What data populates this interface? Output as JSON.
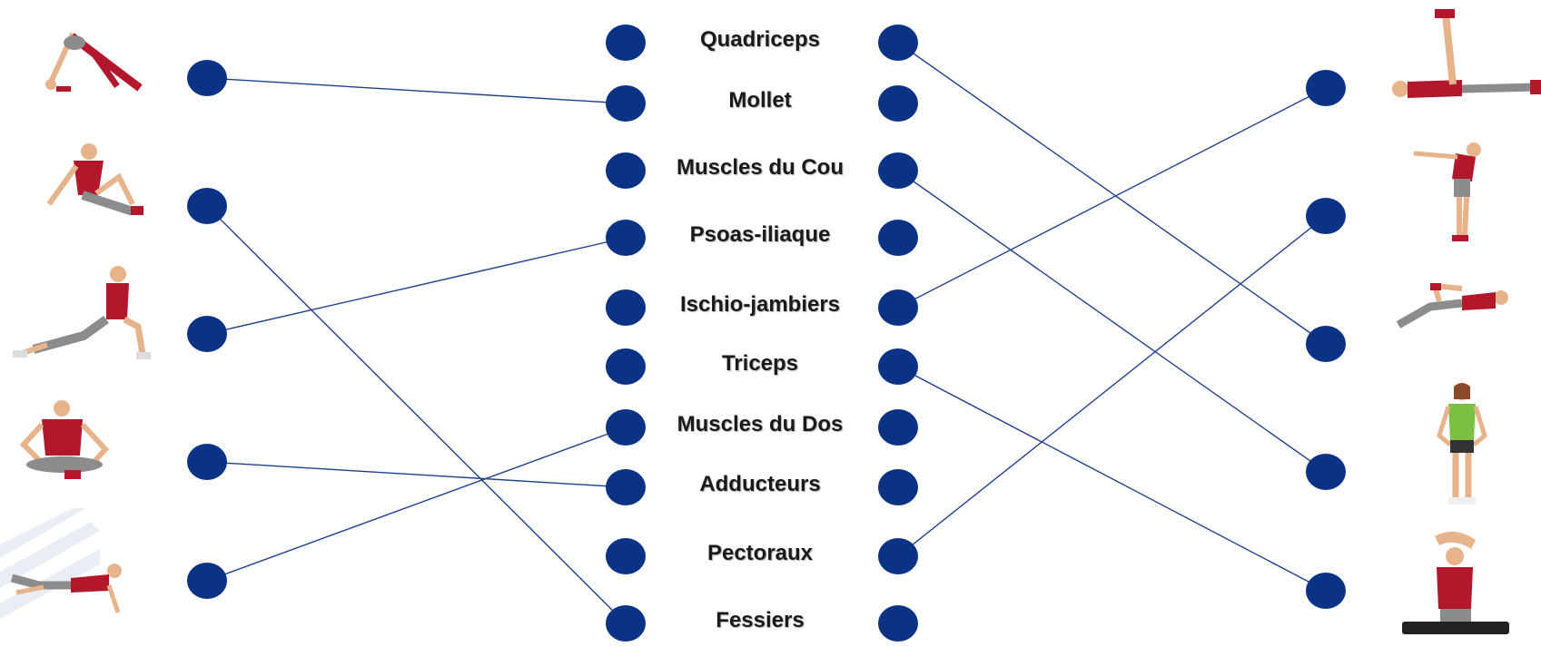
{
  "muscles": [
    "Quadriceps",
    "Mollet",
    "Muscles du Cou",
    "Psoas-iliaque",
    "Ischio-jambiers",
    "Triceps",
    "Muscles du Dos",
    "Adducteurs",
    "Pectoraux",
    "Fessiers"
  ],
  "left_figures": [
    {
      "icon": "downward-dog-stretch-figure-icon"
    },
    {
      "icon": "seated-twist-stretch-figure-icon"
    },
    {
      "icon": "kneeling-lunge-stretch-figure-icon"
    },
    {
      "icon": "butterfly-seated-stretch-figure-icon"
    },
    {
      "icon": "lying-twist-stretch-figure-icon"
    }
  ],
  "right_figures": [
    {
      "icon": "lying-leg-raise-stretch-figure-icon"
    },
    {
      "icon": "standing-bend-stretch-figure-icon"
    },
    {
      "icon": "side-lying-quad-stretch-figure-icon"
    },
    {
      "icon": "standing-woman-figure-icon"
    },
    {
      "icon": "seated-overhead-arm-stretch-figure-icon"
    }
  ],
  "connections": [
    {
      "from": "left",
      "from_index": 0,
      "to": "muscle-left",
      "to_index": 1
    },
    {
      "from": "left",
      "from_index": 1,
      "to": "muscle-left",
      "to_index": 9
    },
    {
      "from": "left",
      "from_index": 2,
      "to": "muscle-left",
      "to_index": 3
    },
    {
      "from": "left",
      "from_index": 3,
      "to": "muscle-left",
      "to_index": 7
    },
    {
      "from": "left",
      "from_index": 4,
      "to": "muscle-left",
      "to_index": 6
    },
    {
      "from": "muscle-right",
      "from_index": 0,
      "to": "right",
      "to_index": 2
    },
    {
      "from": "muscle-right",
      "from_index": 2,
      "to": "right",
      "to_index": 3
    },
    {
      "from": "muscle-right",
      "from_index": 4,
      "to": "right",
      "to_index": 0
    },
    {
      "from": "muscle-right",
      "from_index": 5,
      "to": "right",
      "to_index": 4
    },
    {
      "from": "muscle-right",
      "from_index": 8,
      "to": "right",
      "to_index": 1
    }
  ],
  "colors": {
    "dot": "#0a3385",
    "line": "#1f3f8f",
    "figure_shirt": "#b3172b",
    "figure_shorts": "#8c8c8c",
    "figure_skin": "#e6b38a"
  }
}
